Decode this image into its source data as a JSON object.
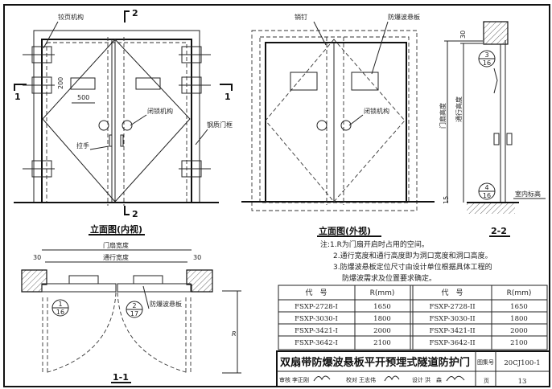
{
  "elevation_inner": {
    "title": "立面图(内视)",
    "labels": {
      "hinge": "铰页机构",
      "lock": "闭锁机构",
      "handle": "拉手",
      "frame": "钢质门框"
    },
    "dims": {
      "h": "200",
      "w": "500"
    },
    "section_marks": {
      "s1": "1",
      "s2": "2"
    }
  },
  "elevation_outer": {
    "title": "立面图(外视)",
    "labels": {
      "pin": "销钉",
      "panel": "防爆波悬板",
      "lock": "闭锁机构"
    }
  },
  "section_22": {
    "title": "2-2",
    "labels": {
      "door_height": "门扇高度",
      "pass_height": "通行高度",
      "floor": "室内标高"
    },
    "dims": {
      "top": "30",
      "bottom": "15"
    },
    "details": [
      {
        "num": "3",
        "sheet": "16"
      },
      {
        "num": "4",
        "sheet": "16"
      }
    ]
  },
  "section_11": {
    "title": "1-1",
    "labels": {
      "door_width": "门扇宽度",
      "pass_width": "通行宽度",
      "panel": "防爆波悬板",
      "radius": "R"
    },
    "dims": {
      "left": "30",
      "right": "30"
    },
    "details": [
      {
        "num": "1",
        "sheet": "16"
      },
      {
        "num": "2",
        "sheet": "17"
      }
    ]
  },
  "notes": [
    "注:1.R为门扇开启时占用的空间。",
    "2.通行宽度和通行高度即为洞口宽度和洞口高度。",
    "3.防爆波悬板定位尺寸由设计单位根据具体工程的",
    "防爆波需求及位置要求确定。"
  ],
  "table": {
    "headers": [
      "代　号",
      "R(mm)",
      "代　号",
      "R(mm)"
    ],
    "rows": [
      [
        "FSXP-2728-I",
        "1650",
        "FSXP-2728-II",
        "1650"
      ],
      [
        "FSXP-3030-I",
        "1800",
        "FSXP-3030-II",
        "1800"
      ],
      [
        "FSXP-3421-I",
        "2000",
        "FSXP-3421-II",
        "2000"
      ],
      [
        "FSXP-3642-I",
        "2100",
        "FSXP-3642-II",
        "2100"
      ]
    ]
  },
  "title_block": {
    "title": "双扇带防爆波悬板平开预埋式隧道防护门",
    "atlas_label": "图集号",
    "atlas_no": "20CJ100-1",
    "review_label": "审核",
    "reviewer": "李正刚",
    "check_label": "校对",
    "checker": "王志伟",
    "design_label": "设计",
    "designer": "洪　森",
    "page_label": "页",
    "page": "13"
  }
}
